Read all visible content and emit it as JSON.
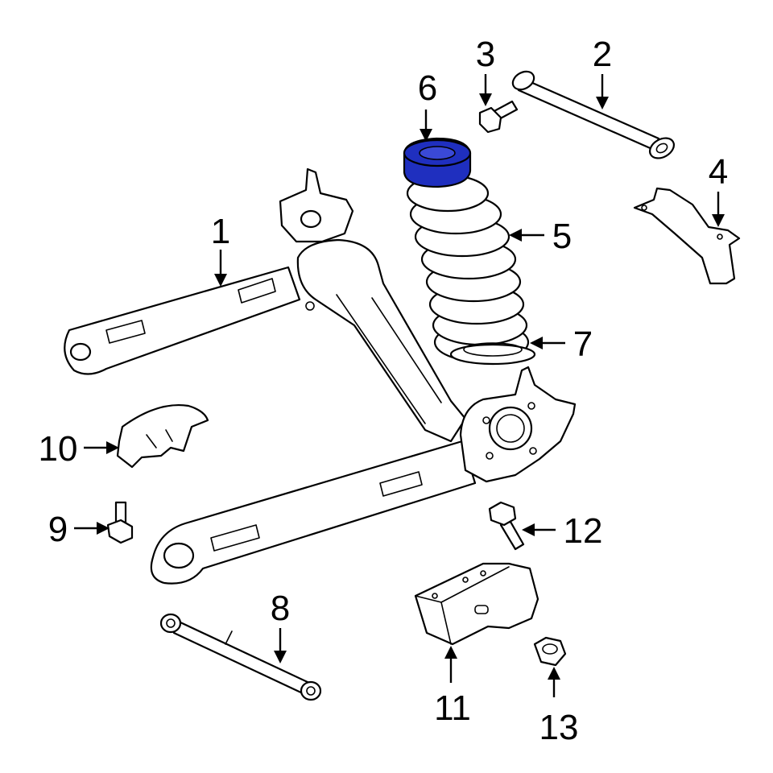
{
  "diagram": {
    "highlight_color": "#1f2fbf",
    "highlighted_part": "6",
    "callouts": [
      {
        "id": "c1",
        "label": "1"
      },
      {
        "id": "c2",
        "label": "2"
      },
      {
        "id": "c3",
        "label": "3"
      },
      {
        "id": "c4",
        "label": "4"
      },
      {
        "id": "c5",
        "label": "5"
      },
      {
        "id": "c6",
        "label": "6"
      },
      {
        "id": "c7",
        "label": "7"
      },
      {
        "id": "c8",
        "label": "8"
      },
      {
        "id": "c9",
        "label": "9"
      },
      {
        "id": "c10",
        "label": "10"
      },
      {
        "id": "c11",
        "label": "11"
      },
      {
        "id": "c12",
        "label": "12"
      },
      {
        "id": "c13",
        "label": "13"
      }
    ]
  }
}
